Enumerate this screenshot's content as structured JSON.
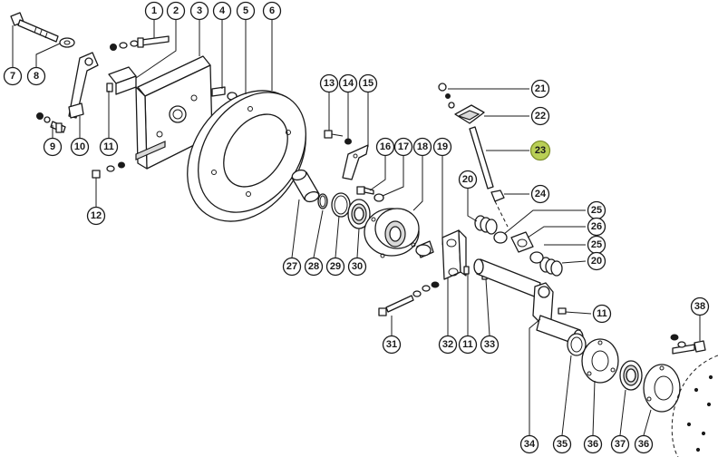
{
  "callouts": [
    {
      "label": "1"
    },
    {
      "label": "2"
    },
    {
      "label": "3"
    },
    {
      "label": "4"
    },
    {
      "label": "5"
    },
    {
      "label": "6"
    },
    {
      "label": "7"
    },
    {
      "label": "8"
    },
    {
      "label": "9"
    },
    {
      "label": "10"
    },
    {
      "label": "11"
    },
    {
      "label": "12"
    },
    {
      "label": "13"
    },
    {
      "label": "14"
    },
    {
      "label": "15"
    },
    {
      "label": "16"
    },
    {
      "label": "17"
    },
    {
      "label": "18"
    },
    {
      "label": "19"
    },
    {
      "label": "20"
    },
    {
      "label": "21"
    },
    {
      "label": "22"
    },
    {
      "label": "23",
      "highlighted": true
    },
    {
      "label": "24"
    },
    {
      "label": "25"
    },
    {
      "label": "26"
    },
    {
      "label": "25"
    },
    {
      "label": "20"
    },
    {
      "label": "27"
    },
    {
      "label": "28"
    },
    {
      "label": "29"
    },
    {
      "label": "30"
    },
    {
      "label": "31"
    },
    {
      "label": "32"
    },
    {
      "label": "11"
    },
    {
      "label": "33"
    },
    {
      "label": "11"
    },
    {
      "label": "38"
    },
    {
      "label": "34"
    },
    {
      "label": "35"
    },
    {
      "label": "36"
    },
    {
      "label": "37"
    },
    {
      "label": "36"
    }
  ],
  "colors": {
    "line": "#1a1a1a",
    "highlight": "#b9cf55"
  }
}
